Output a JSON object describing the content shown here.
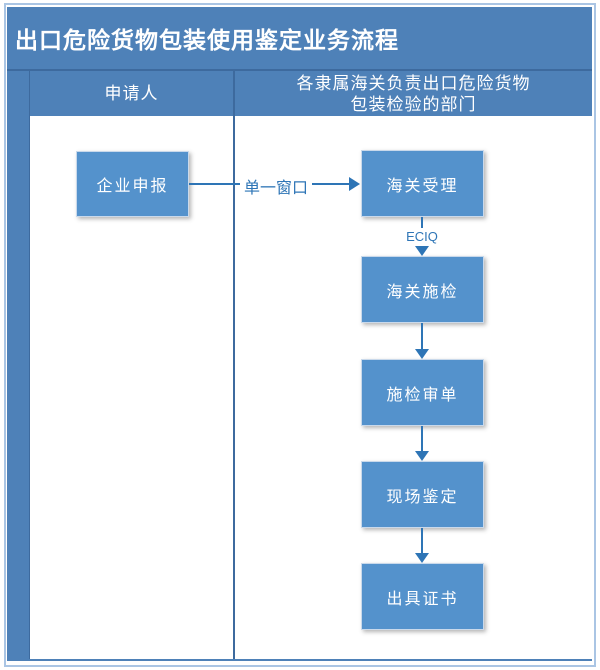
{
  "title": "出口危险货物包装使用鉴定业务流程",
  "lanes": {
    "applicant_header": "申请人",
    "customs_header_line1": "各隶属海关负责出口危险货物",
    "customs_header_line2": "包装检验的部门"
  },
  "flow": {
    "applicant_step": "企业申报",
    "horizontal_arrow_label": "单一窗口",
    "vertical_arrow_label": "ECIQ",
    "steps": [
      "海关受理",
      "海关施检",
      "施检审单",
      "现场鉴定",
      "出具证书"
    ]
  },
  "colors": {
    "lane_blue": "#4E81B8",
    "box_blue": "#5492CC",
    "arrow_blue": "#2E75B6",
    "divider_blue": "#3D6A9E",
    "frame_border": "#AAC5E4"
  }
}
